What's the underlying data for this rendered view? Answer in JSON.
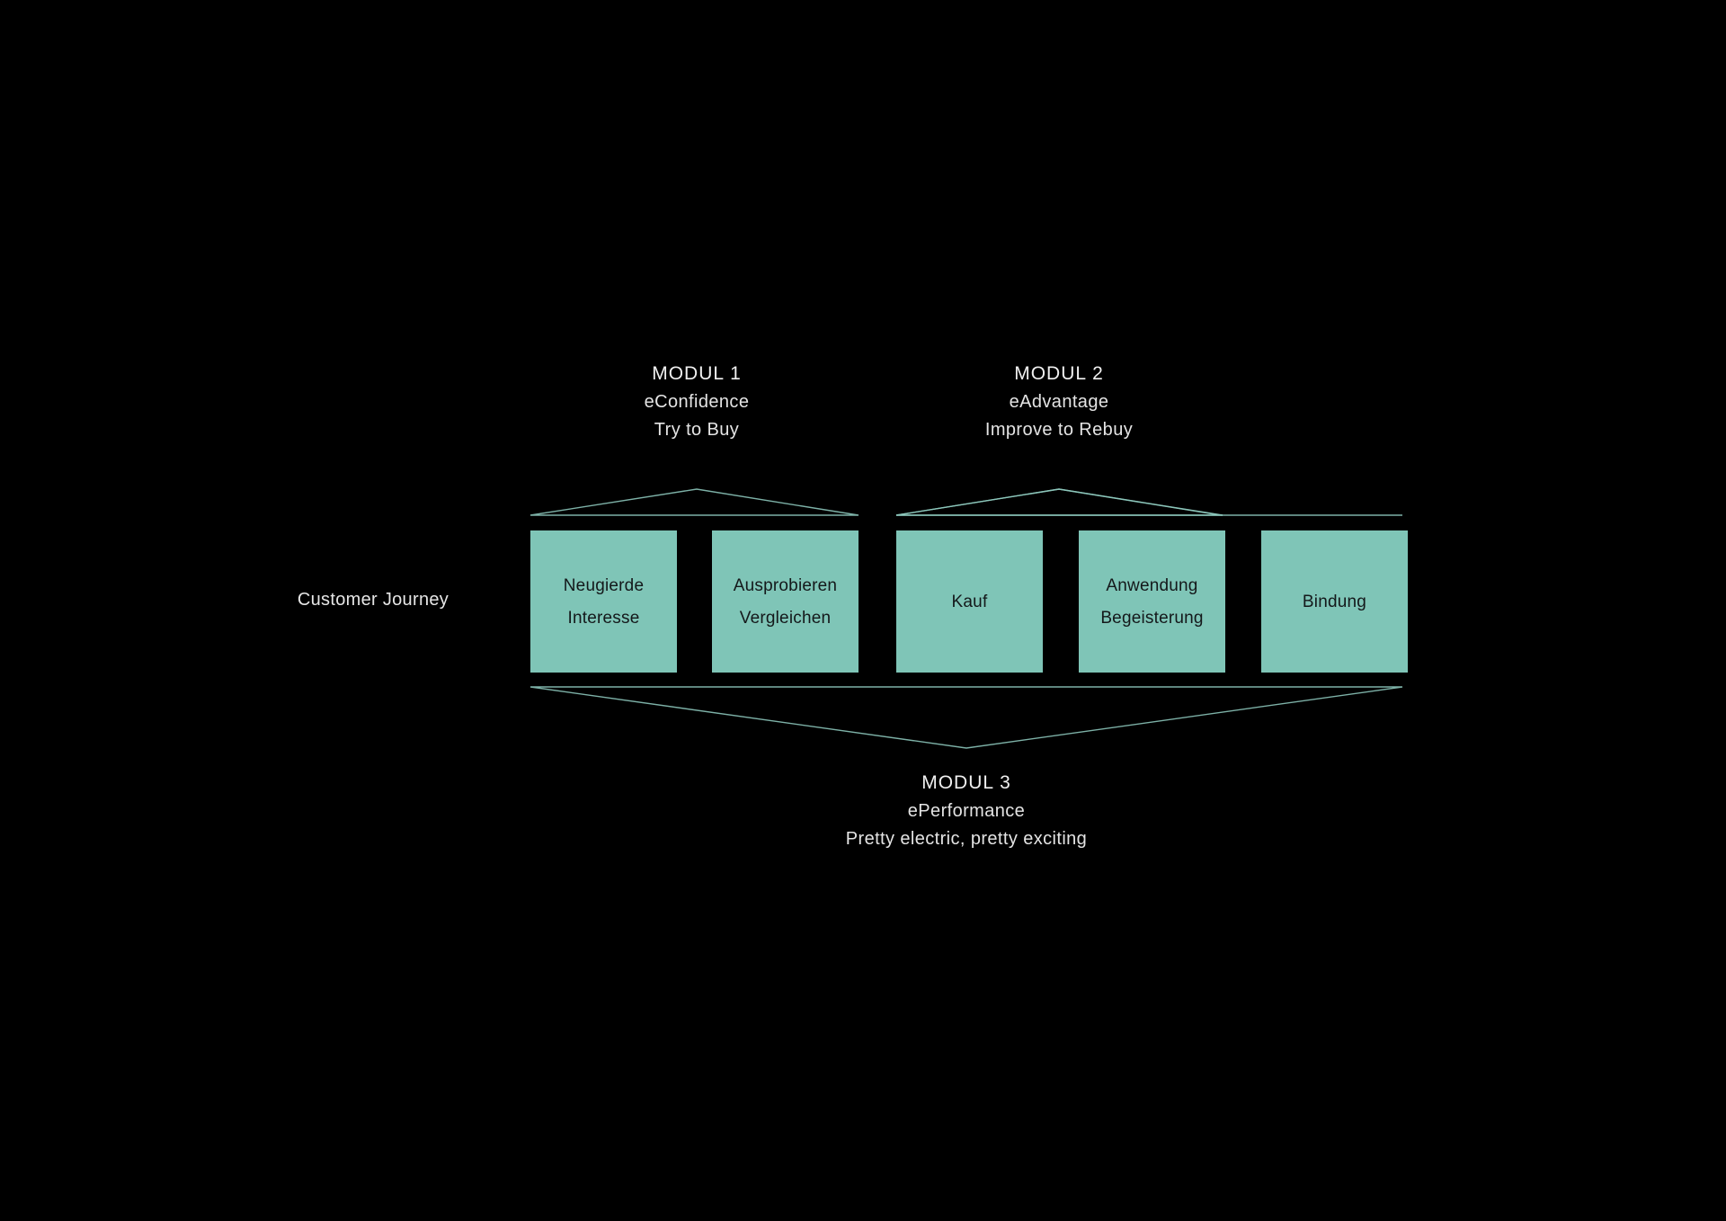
{
  "canvas": {
    "background_color": "#000000",
    "accent_color": "#7FC5B7",
    "text_color": "#e9e9e9",
    "box_text_color": "#14181a"
  },
  "journey": {
    "label": "Customer Journey",
    "stages": [
      {
        "id": "stage-neugierde",
        "line1": "Neugierde",
        "line2": "Interesse"
      },
      {
        "id": "stage-ausprobieren",
        "line1": "Ausprobieren",
        "line2": "Vergleichen"
      },
      {
        "id": "stage-kauf",
        "line1": "Kauf",
        "line2": ""
      },
      {
        "id": "stage-anwendung",
        "line1": "Anwendung",
        "line2": "Begeisterung"
      },
      {
        "id": "stage-bindung",
        "line1": "Bindung",
        "line2": ""
      }
    ]
  },
  "modules": [
    {
      "id": "module-1",
      "title": "MODUL 1",
      "name": "eConfidence",
      "tagline": "Try to Buy"
    },
    {
      "id": "module-2",
      "title": "MODUL 2",
      "name": "eAdvantage",
      "tagline": "Improve to Rebuy"
    },
    {
      "id": "module-3",
      "title": "MODUL 3",
      "name": "ePerformance",
      "tagline": "Pretty electric, pretty exciting"
    }
  ]
}
